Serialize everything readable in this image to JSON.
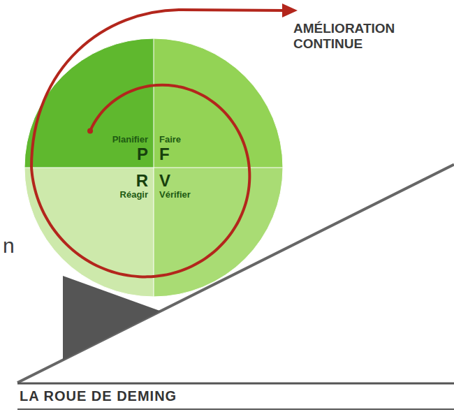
{
  "diagram": {
    "caption": "LA ROUE DE DEMING",
    "nodes": [
      {
        "text": [
          "Planifier",
          "P"
        ]
      },
      {
        "text": [
          "Faire",
          "F"
        ]
      },
      {
        "text": [
          "R",
          "Réagir"
        ]
      },
      {
        "text": [
          "V",
          "Vérifier"
        ]
      }
    ],
    "labels": [
      "AMÉLIORATION CONTINUE",
      "n"
    ]
  }
}
